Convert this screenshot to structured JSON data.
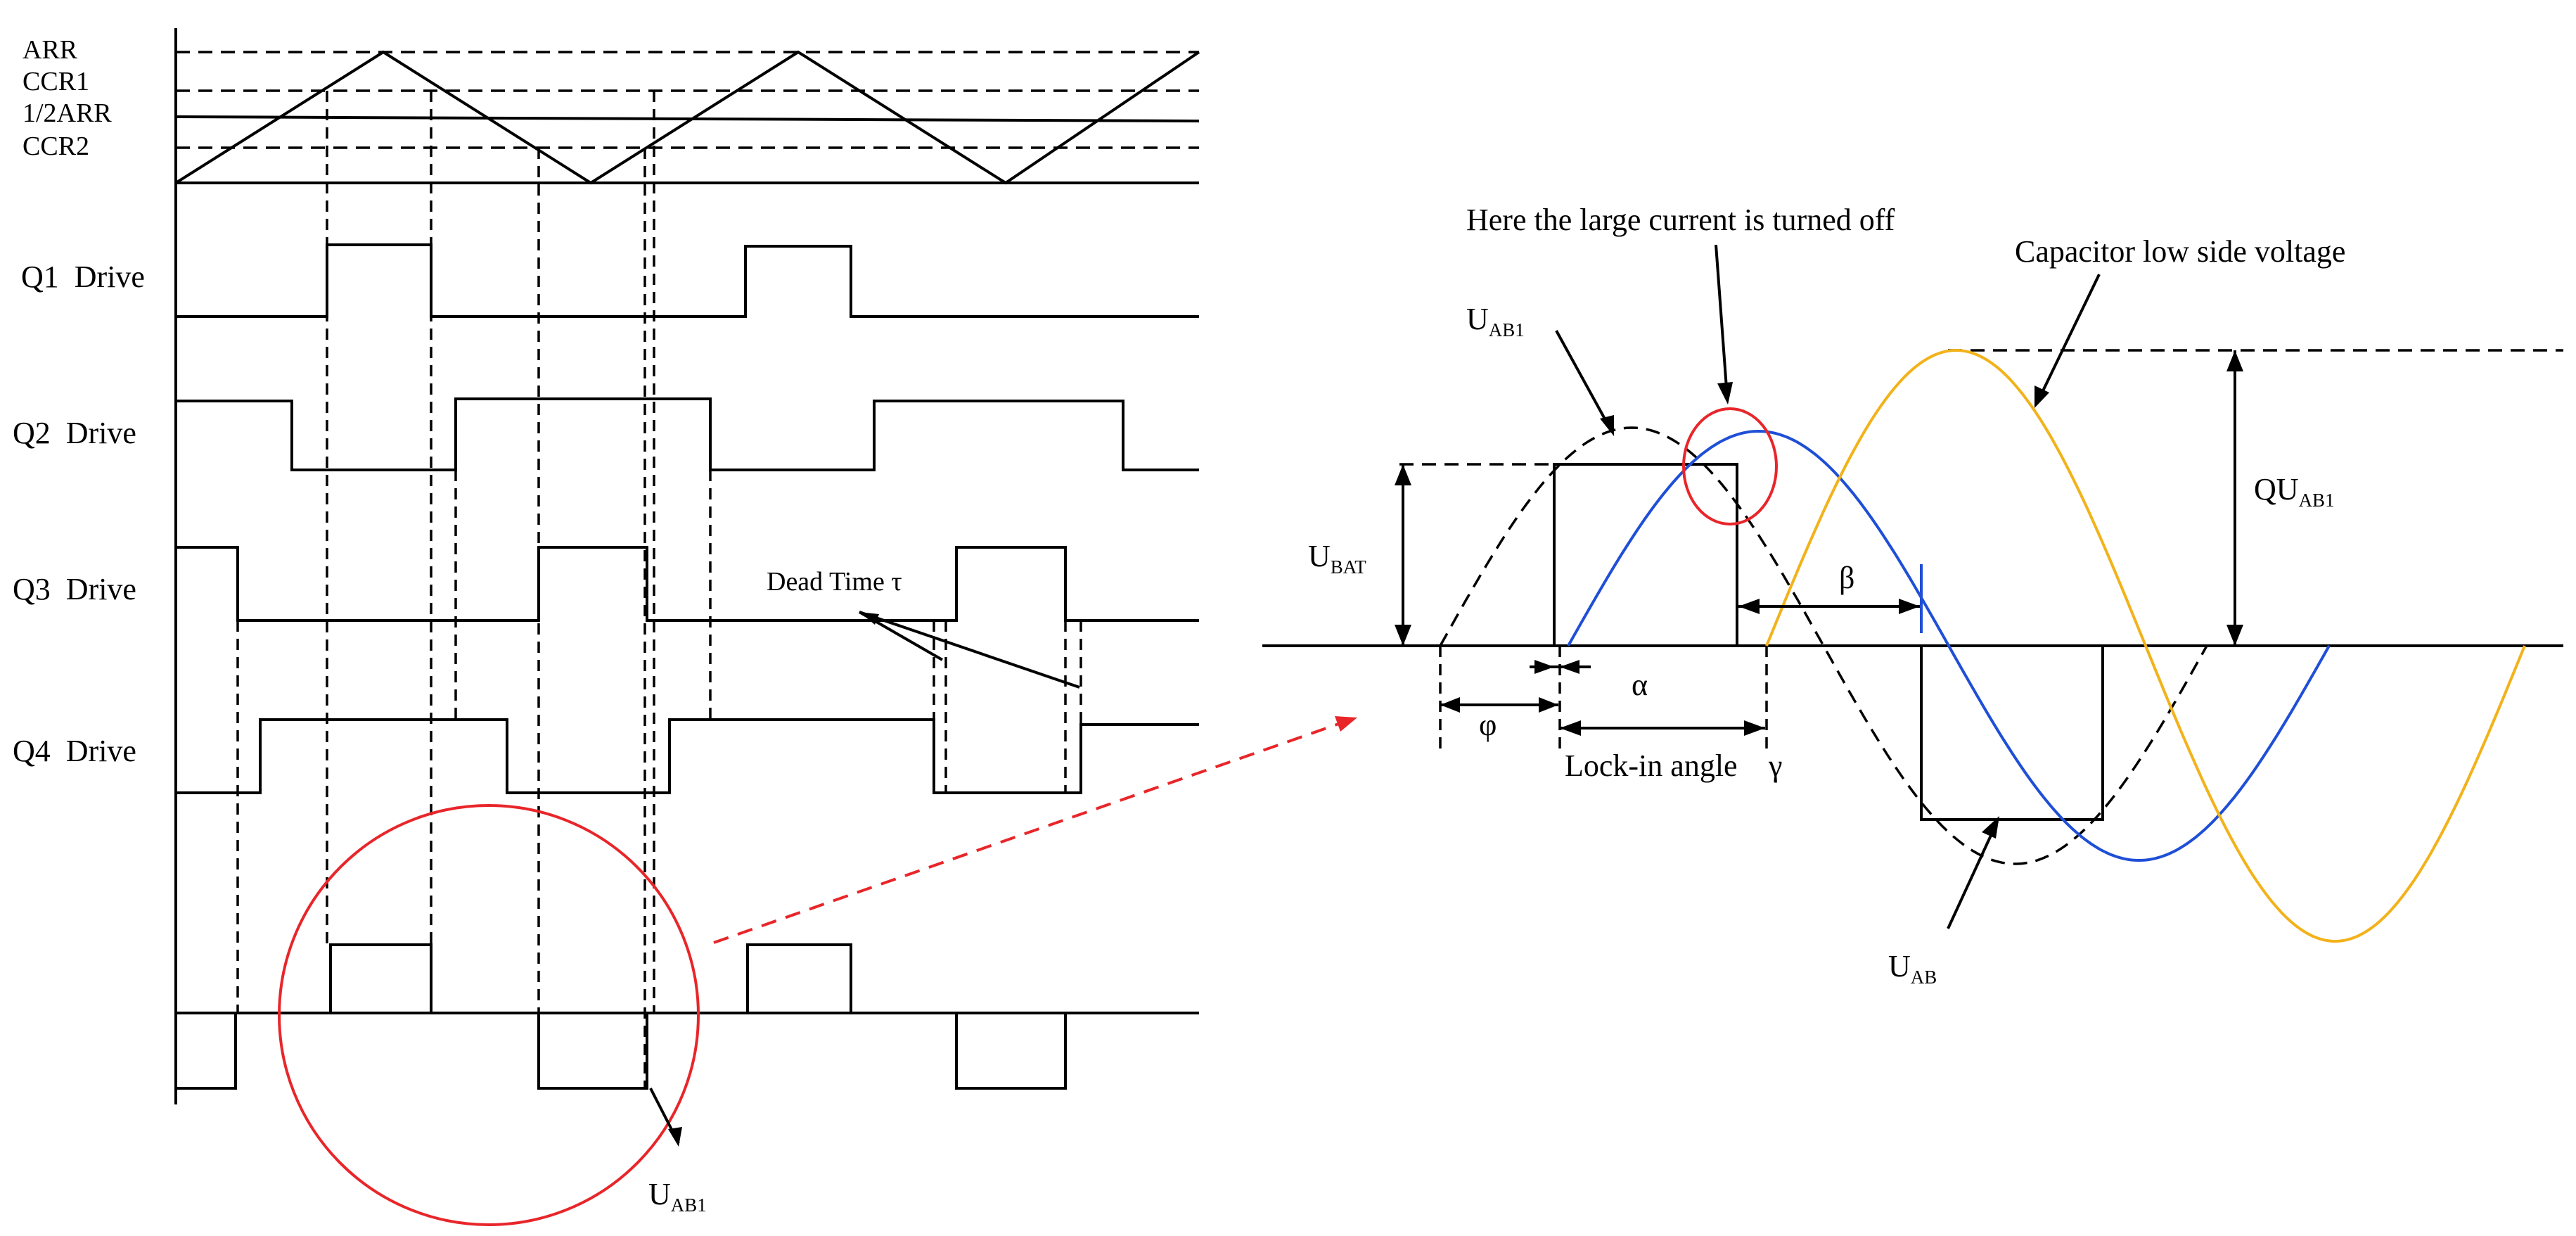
{
  "left_panel": {
    "levels": [
      "ARR",
      "CCR1",
      "1/2ARR",
      "CCR2"
    ],
    "rows": [
      "Q1  Drive",
      "Q2  Drive",
      "Q3  Drive",
      "Q4  Drive"
    ],
    "dead_time_label": "Dead Time τ",
    "output_label": {
      "main": "U",
      "sub": "AB1"
    }
  },
  "right_panel": {
    "title_note": "Here the large current is turned off",
    "capacitor_note": "Capacitor low side voltage",
    "u_ab1": {
      "main": "U",
      "sub": "AB1"
    },
    "u_bat": {
      "main": "U",
      "sub": "BAT"
    },
    "qu_ab1": {
      "main": "QU",
      "sub": "AB1"
    },
    "u_ab": {
      "main": "U",
      "sub": "AB"
    },
    "alpha": "α",
    "beta": "β",
    "phi": "φ",
    "lock_in": "Lock-in angle",
    "gamma": "γ"
  },
  "colors": {
    "highlight": "#e8262a",
    "current_curve": "#1f4fd6",
    "capacitor_curve": "#f2b21a",
    "ink": "#000000"
  }
}
